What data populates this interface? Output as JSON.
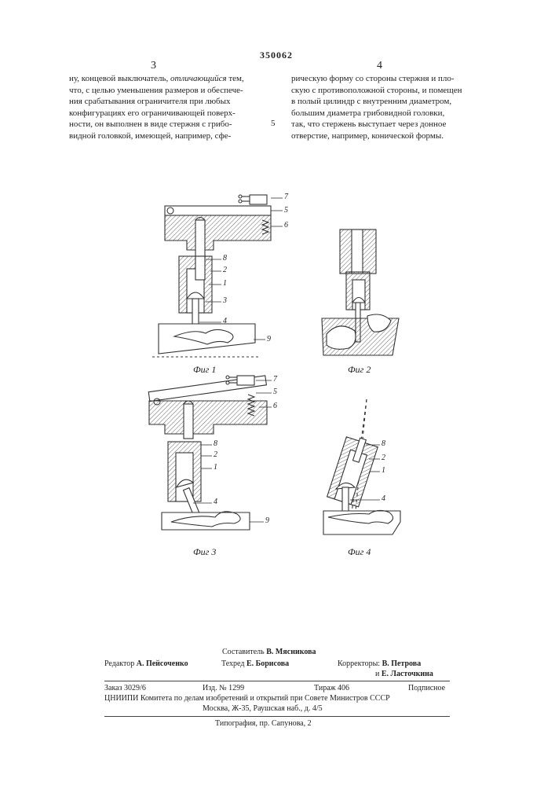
{
  "patent_number": "350062",
  "columns": {
    "left": {
      "number": "3",
      "lines": [
        "ну, концевой выключатель, <i>отличающийся</i> тем,",
        "что, с целью уменьшения размеров и обеспече-",
        "ния срабатывания ограничителя при любых",
        "конфигурациях его ограничивающей поверх-",
        "ности, он выполнен в виде стержня с грибо-",
        "видной головкой, имеющей, например, сфе-"
      ]
    },
    "right": {
      "number": "4",
      "lines": [
        "рическую форму со стороны стержня и пло-",
        "скую с противоположной стороны, и помещен",
        "в полый цилиндр с внутренним диаметром,",
        "большим диаметра грибовидной головки,",
        "так, что стержень выступает через донное",
        "отверстие, например, конической формы."
      ]
    },
    "line_marker": "5"
  },
  "figures": [
    {
      "caption": "Фиг 1",
      "parts": [
        "7",
        "5",
        "6",
        "8",
        "2",
        "1",
        "3",
        "4",
        "9"
      ]
    },
    {
      "caption": "Фиг 2",
      "parts": []
    },
    {
      "caption": "Фиг 3",
      "parts": [
        "7",
        "5",
        "6",
        "8",
        "2",
        "1",
        "4",
        "9"
      ]
    },
    {
      "caption": "Фиг 4",
      "parts": [
        "8",
        "2",
        "1",
        "4"
      ]
    }
  ],
  "footer": {
    "compiler_label": "Составитель",
    "compiler": "В. Мясникова",
    "editor_label": "Редактор",
    "editor": "А. Пейсоченко",
    "techred_label": "Техред",
    "techred": "Е. Борисова",
    "correctors_label": "Корректоры:",
    "corrector1": "В. Петрова",
    "corrector2_prefix": "и",
    "corrector2": "Е. Ласточкина",
    "order": "Заказ 3029/6",
    "edition": "Изд. № 1299",
    "circulation": "Тираж 406",
    "subscription": "Подписное",
    "institute": "ЦНИИПИ Комитета по делам изобретений и открытий при Совете Министров СССР",
    "address": "Москва, Ж-35, Раушская наб., д. 4/5",
    "printer": "Типография, пр. Сапунова, 2"
  }
}
